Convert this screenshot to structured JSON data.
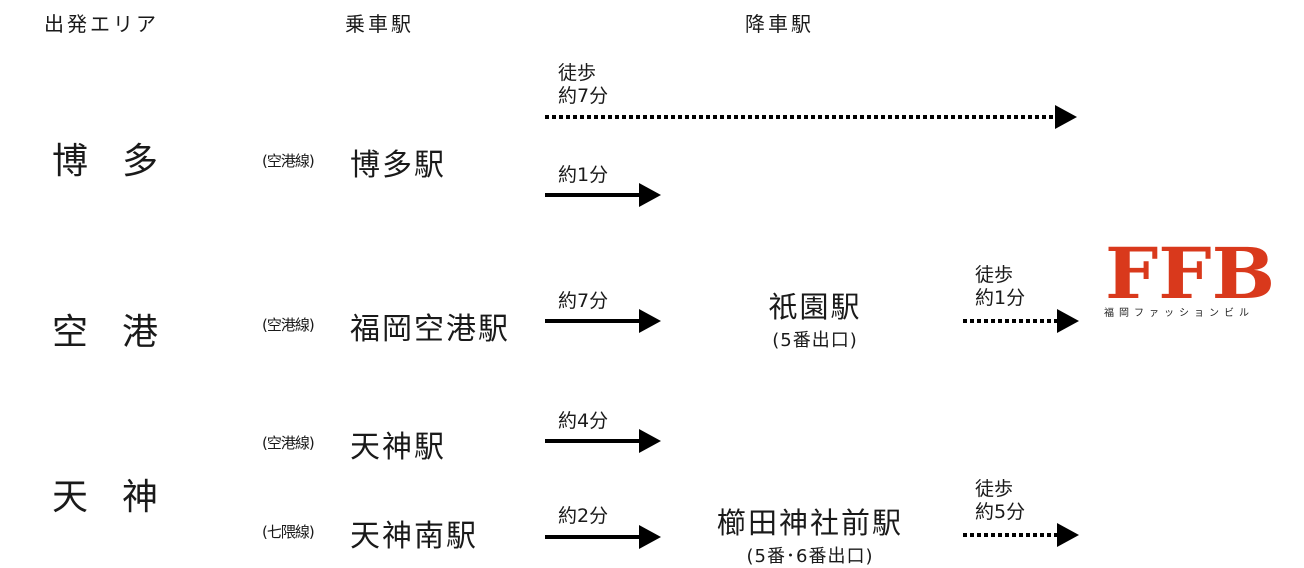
{
  "headers": {
    "departure_area": "出発エリア",
    "boarding_station": "乗車駅",
    "alighting_station": "降車駅"
  },
  "areas": {
    "hakata": "博多",
    "airport": "空港",
    "tenjin": "天神"
  },
  "rows": {
    "walk_top": {
      "label1": "徒歩",
      "label2": "約7分"
    },
    "hakata": {
      "line": "(空港線)",
      "station": "博多駅",
      "time": "約1分"
    },
    "airport": {
      "line": "(空港線)",
      "station": "福岡空港駅",
      "time": "約7分"
    },
    "tenjin": {
      "line": "(空港線)",
      "station": "天神駅",
      "time": "約4分"
    },
    "tenjin_minami": {
      "line": "(七隈線)",
      "station": "天神南駅",
      "time": "約2分"
    }
  },
  "destinations": {
    "gion": {
      "name": "祇園駅",
      "exit": "(5番出口)",
      "walk1": "徒歩",
      "walk2": "約1分"
    },
    "kushida": {
      "name": "櫛田神社前駅",
      "exit": "(5番･6番出口)",
      "walk1": "徒歩",
      "walk2": "約5分"
    }
  },
  "logo": {
    "text": "FFB",
    "subtitle": "福岡ファッションビル",
    "color": "#d9391c",
    "icon": "ffb-logo"
  }
}
